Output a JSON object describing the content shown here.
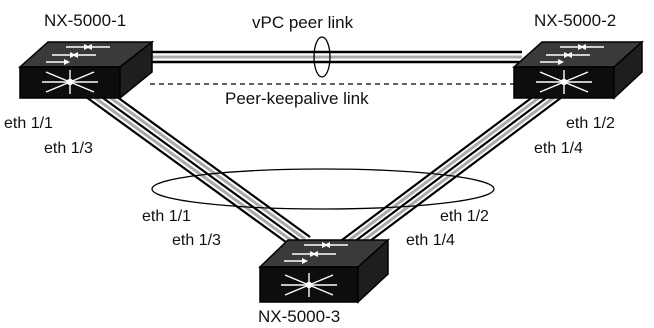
{
  "switches": {
    "sw1": {
      "name": "NX-5000-1"
    },
    "sw2": {
      "name": "NX-5000-2"
    },
    "sw3": {
      "name": "NX-5000-3"
    }
  },
  "links": {
    "peer_link": "vPC peer link",
    "keepalive_link": "Peer-keepalive link"
  },
  "ports": {
    "sw1_a": "eth 1/1",
    "sw1_b": "eth 1/3",
    "sw2_a": "eth 1/2",
    "sw2_b": "eth 1/4",
    "sw3_left_a": "eth 1/1",
    "sw3_left_b": "eth 1/3",
    "sw3_right_a": "eth 1/2",
    "sw3_right_b": "eth 1/4"
  },
  "colors": {
    "switch_body": "#0d0d0d",
    "line": "#000000",
    "link_shade": "#9a9a9a",
    "icon": "#ffffff"
  }
}
